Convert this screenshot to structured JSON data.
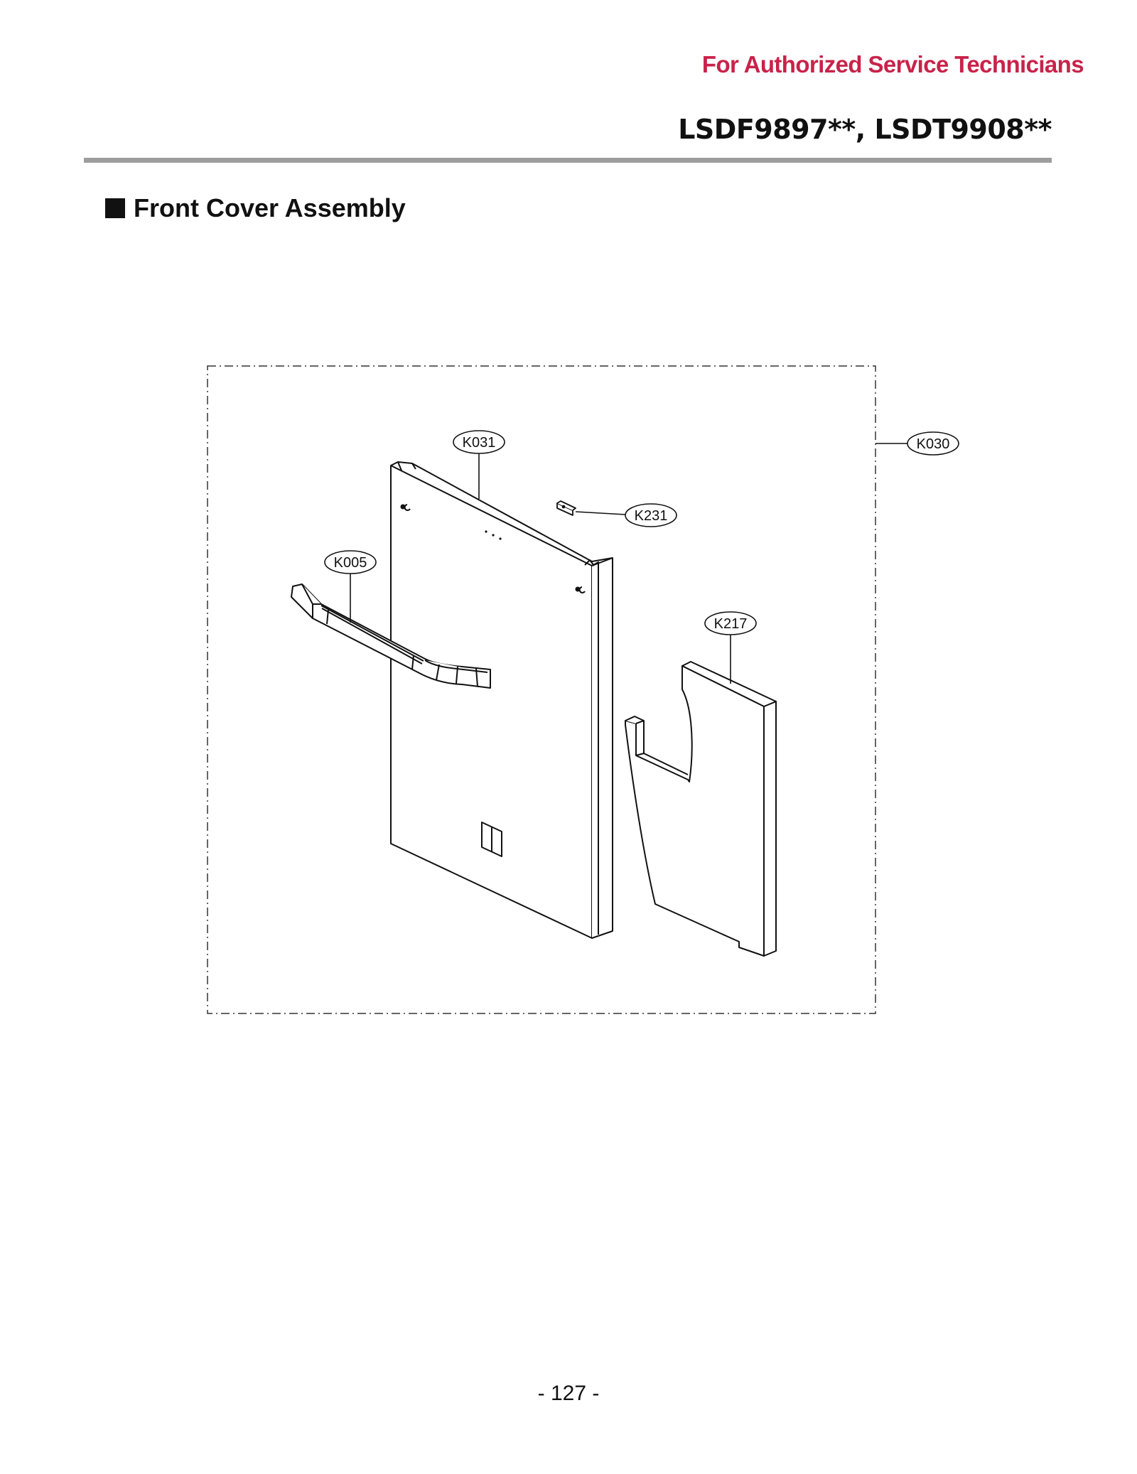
{
  "header": {
    "authorized_text": "For Authorized Service Technicians",
    "model_text": "LSDF9897**, LSDT9908**",
    "accent_color": "#c8234a",
    "rule_color": "#9d9d9d"
  },
  "section": {
    "title": "Front Cover Assembly"
  },
  "diagram": {
    "callouts": {
      "k030": "K030",
      "k031": "K031",
      "k231": "K231",
      "k005": "K005",
      "k217": "K217"
    }
  },
  "footer": {
    "page_number": "- 127 -"
  }
}
